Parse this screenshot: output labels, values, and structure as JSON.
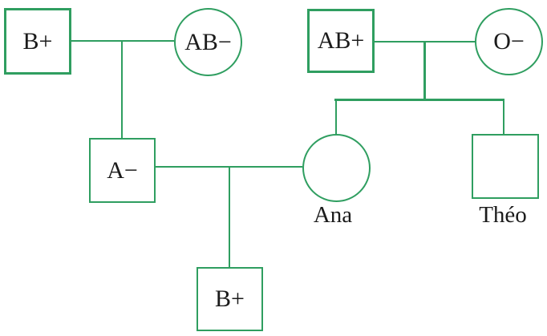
{
  "diagram": {
    "type": "pedigree-family-tree",
    "colors": {
      "line": "#2f9e60",
      "text": "#1b1b1b",
      "background": "#ffffff"
    },
    "generation1": {
      "family_left": {
        "father": {
          "shape": "square",
          "blood_type": "B+"
        },
        "mother": {
          "shape": "circle",
          "blood_type": "AB−"
        }
      },
      "family_right": {
        "father": {
          "shape": "square",
          "blood_type": "AB+"
        },
        "mother": {
          "shape": "circle",
          "blood_type": "O−"
        }
      }
    },
    "generation2": {
      "son_left": {
        "shape": "square",
        "blood_type": "A−"
      },
      "daughter_ana": {
        "shape": "circle",
        "blood_type": "",
        "name": "Ana"
      },
      "son_theo": {
        "shape": "square",
        "blood_type": "",
        "name": "Théo"
      }
    },
    "generation3": {
      "child": {
        "shape": "square",
        "blood_type": "B+"
      }
    }
  }
}
